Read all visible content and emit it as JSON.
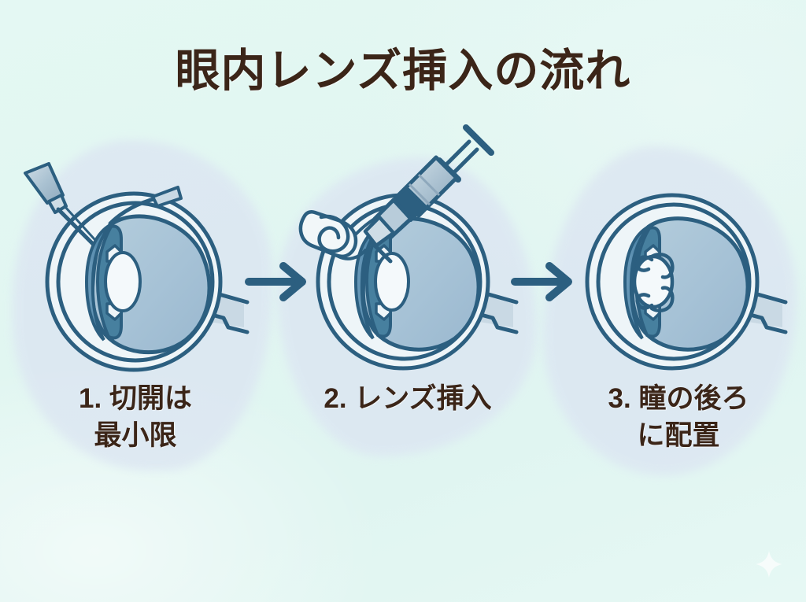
{
  "slide": {
    "title": "眼内レンズ挿入の流れ",
    "background_color": "#e2f7f2",
    "text_color": "#3b2518",
    "accent_color": "#2c5f80",
    "eye_fill_color": "#a8c4d8",
    "eye_outline_color": "#2c5f80",
    "blob_color": "#dce6f2"
  },
  "steps": [
    {
      "number": "1.",
      "caption_lines": [
        "1. 切開は",
        "最小限"
      ],
      "illustration": "eye-with-scalpel-incision",
      "instrument": "scalpel-icon"
    },
    {
      "number": "2.",
      "caption_lines": [
        "2. レンズ挿入"
      ],
      "illustration": "eye-with-injector-and-rolled-lens",
      "instrument": "syringe-injector-icon"
    },
    {
      "number": "3.",
      "caption_lines": [
        "3. 瞳の後ろ",
        "に配置"
      ],
      "illustration": "eye-with-implanted-iol",
      "instrument": "intraocular-lens-icon"
    }
  ],
  "arrows": [
    {
      "name": "arrow-step1-to-step2",
      "direction": "right"
    },
    {
      "name": "arrow-step2-to-step3",
      "direction": "right"
    }
  ],
  "decorations": [
    {
      "name": "sparkle",
      "color": "#ffffff"
    }
  ]
}
